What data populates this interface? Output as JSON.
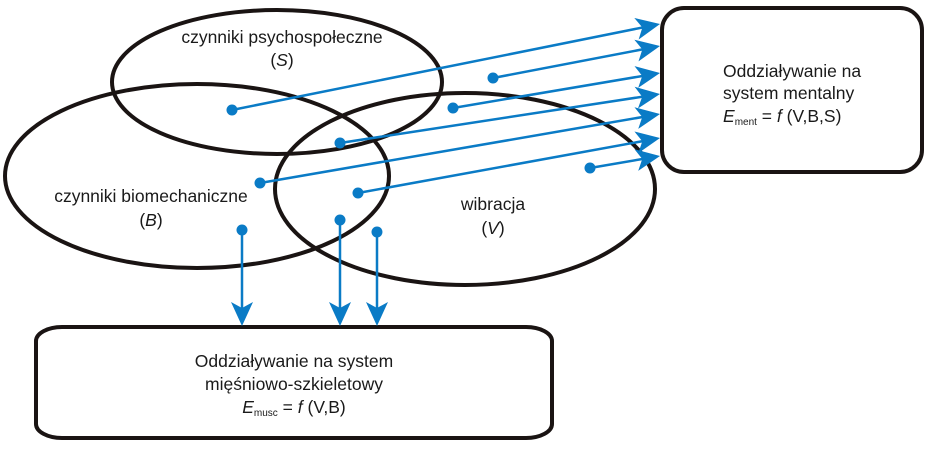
{
  "colors": {
    "outline": "#1a1413",
    "arrow": "#0a7bc6",
    "text": "#1a1a1a"
  },
  "sets": {
    "psychosocial": {
      "label": "czynniki psychospołeczne",
      "symbol": "S"
    },
    "biomechanical": {
      "label": "czynniki biomechaniczne",
      "symbol": "B"
    },
    "vibration": {
      "label": "wibracja",
      "symbol": "V"
    }
  },
  "boxes": {
    "mental": {
      "line1": "Oddziaływanie na",
      "line2": "system mentalny",
      "formula_var": "E",
      "formula_sub": "ment",
      "formula_rest_eq": " = ",
      "formula_f": "f",
      "formula_args": " (V,B,S)"
    },
    "musculoskeletal": {
      "line1": "Oddziaływanie na system",
      "line2": "mięśniowo-szkieletowy",
      "formula_var": "E",
      "formula_sub": "musc",
      "formula_rest_eq": " = ",
      "formula_f": "f",
      "formula_args": " (V,B)"
    }
  },
  "arrows": {
    "to_mental_count": 7,
    "to_musculoskeletal_count": 3
  }
}
